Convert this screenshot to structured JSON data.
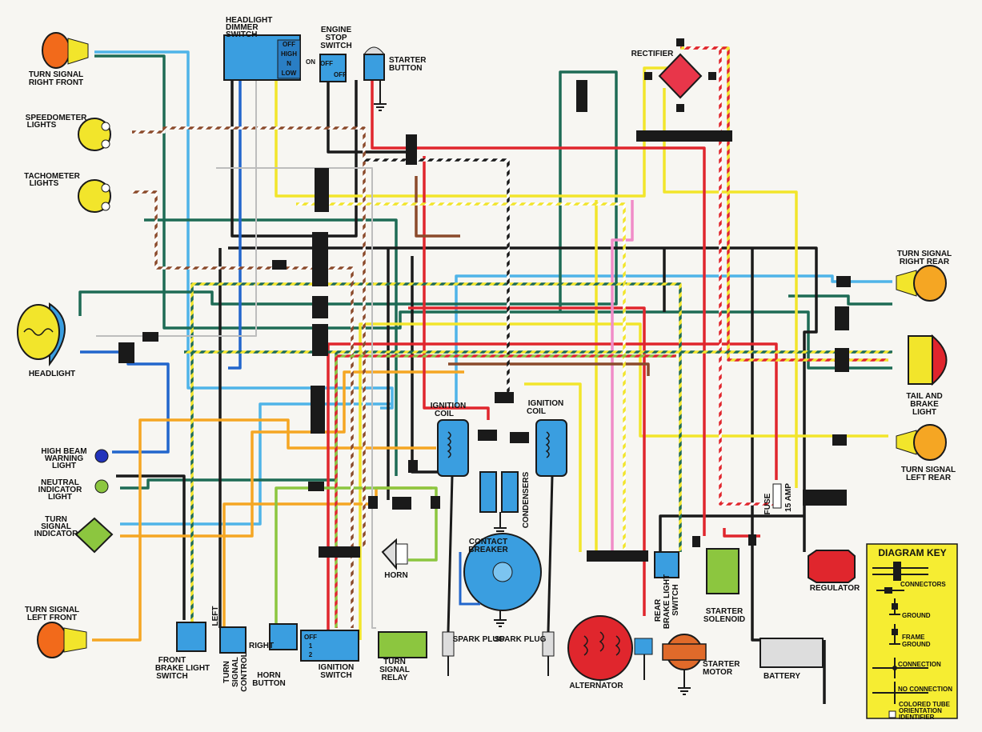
{
  "labels": {
    "turn_signal_right_front": [
      "TURN SIGNAL",
      "RIGHT FRONT"
    ],
    "speedometer_lights": [
      "SPEEDOMETER",
      "LIGHTS"
    ],
    "tachometer_lights": [
      "TACHOMETER",
      "LIGHTS"
    ],
    "headlight": "HEADLIGHT",
    "high_beam": [
      "HIGH BEAM",
      "WARNING",
      "LIGHT"
    ],
    "neutral": [
      "NEUTRAL",
      "INDICATOR",
      "LIGHT"
    ],
    "turn_signal_indicator": [
      "TURN",
      "SIGNAL",
      "INDICATOR"
    ],
    "turn_signal_left_front": [
      "TURN SIGNAL",
      "LEFT FRONT"
    ],
    "headlight_dimmer_switch": [
      "HEADLIGHT",
      "DIMMER",
      "SWITCH"
    ],
    "engine_stop_switch": [
      "ENGINE",
      "STOP",
      "SWITCH"
    ],
    "starter_button": [
      "STARTER",
      "BUTTON"
    ],
    "rectifier": "RECTIFIER",
    "turn_signal_right_rear": [
      "TURN SIGNAL",
      "RIGHT REAR"
    ],
    "tail_brake_light": [
      "TAIL AND",
      "BRAKE",
      "LIGHT"
    ],
    "turn_signal_left_rear": [
      "TURN SIGNAL",
      "LEFT REAR"
    ],
    "ignition_coil_left": [
      "IGNITION",
      "COIL"
    ],
    "ignition_coil_right": [
      "IGNITION",
      "COIL"
    ],
    "condensers": "CONDENSERS",
    "contact_breaker": [
      "CONTACT",
      "BREAKER"
    ],
    "horn": "HORN",
    "spark_plug_left": "SPARK PLUG",
    "spark_plug_right": "SPARK PLUG",
    "alternator": "ALTERNATOR",
    "rear_brake_light_switch": [
      "REAR",
      "BRAKE LIGHT",
      "SWITCH"
    ],
    "starter_motor": [
      "STARTER",
      "MOTOR"
    ],
    "starter_solenoid": [
      "STARTER",
      "SOLENOID"
    ],
    "battery": "BATTERY",
    "fuse": [
      "FUSE",
      "15 AMP"
    ],
    "regulator": "REGULATOR",
    "front_brake_light_switch": [
      "FRONT",
      "BRAKE LIGHT",
      "SWITCH"
    ],
    "turn_signal_control": [
      "TURN",
      "SIGNAL",
      "CONTROL"
    ],
    "left": "LEFT",
    "right": "RIGHT",
    "horn_button": [
      "HORN",
      "BUTTON"
    ],
    "ignition_switch": [
      "IGNITION",
      "SWITCH"
    ],
    "turn_signal_relay": [
      "TURN",
      "SIGNAL",
      "RELAY"
    ]
  },
  "dimmer_positions": [
    "OFF",
    "HIGH",
    "N",
    "LOW"
  ],
  "dimmer_on": "ON",
  "stop_switch_positions": [
    "OFF",
    "OFF"
  ],
  "ignition_switch_positions": [
    "OFF",
    "1",
    "2"
  ],
  "key": {
    "title": "DIAGRAM KEY",
    "connectors": "CONNECTORS",
    "ground": "GROUND",
    "frame_ground": [
      "FRAME",
      "GROUND"
    ],
    "connection": "CONNECTION",
    "no_connection": "NO CONNECTION",
    "tube": [
      "COLORED TUBE",
      "ORIENTATION",
      "IDENTIFIER"
    ]
  },
  "wire_colors": {
    "black": "#1a1a1a",
    "blue": "#2266cc",
    "light_blue": "#4fb4e8",
    "green": "#1e6b55",
    "light_green": "#8cc63f",
    "yellow": "#f2e52b",
    "orange": "#f5a623",
    "red": "#e0262d",
    "pink": "#f08cc8",
    "brown": "#8b4a2b",
    "white": "#ffffff",
    "gray": "#bdbdbd"
  },
  "icons": [
    "lamp-icon",
    "switch-block-icon",
    "connector-icon",
    "ground-icon",
    "coil-icon",
    "condenser-icon",
    "horn-icon",
    "spark-plug-icon",
    "alternator-icon",
    "battery-icon",
    "fuse-icon",
    "regulator-icon",
    "rectifier-icon",
    "starter-motor-icon",
    "solenoid-icon",
    "relay-icon"
  ]
}
